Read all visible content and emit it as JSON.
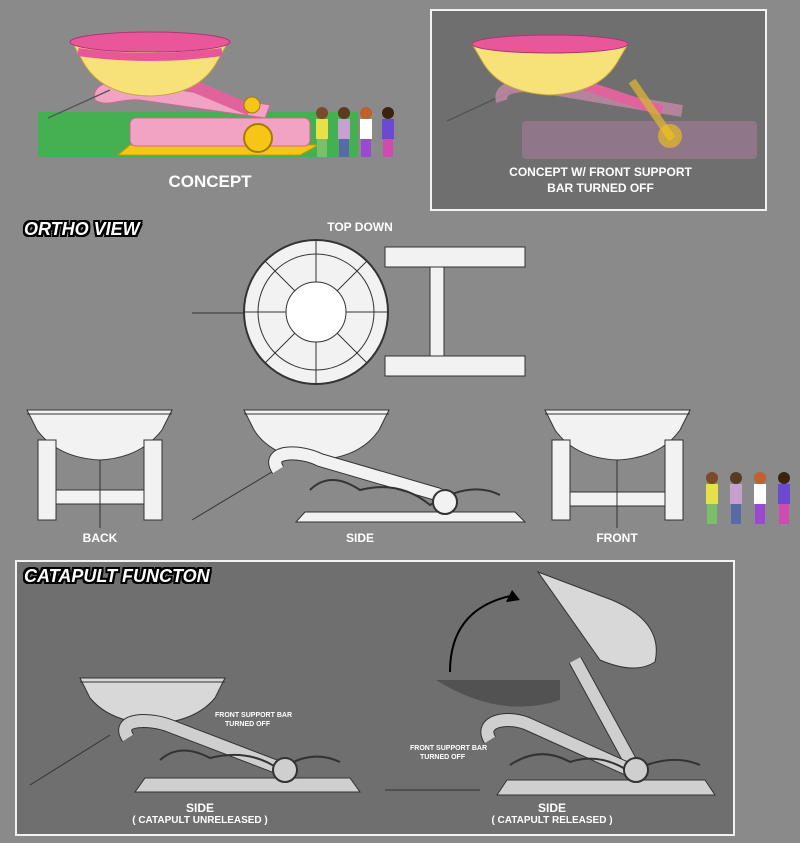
{
  "concept": {
    "label": "CONCEPT",
    "alt_label_line1": "CONCEPT W/ FRONT SUPPORT",
    "alt_label_line2": "BAR TURNED OFF"
  },
  "ortho": {
    "heading": "ORTHO VIEW",
    "top_down_label": "TOP DOWN",
    "back_label": "BACK",
    "side_label": "SIDE",
    "front_label": "FRONT"
  },
  "catapult": {
    "heading": "CATAPULT FUNCTON",
    "unreleased_title": "SIDE",
    "unreleased_sub": "( CATAPULT UNRELEASED )",
    "released_title": "SIDE",
    "released_sub": "( CATAPULT RELEASED )",
    "note_left_line1": "FRONT SUPPORT BAR",
    "note_left_line2": "TURNED OFF",
    "note_right_line1": "FRONT SUPPORT BAR",
    "note_right_line2": "TURNED OFF"
  },
  "colors": {
    "background": "#8a8a8a",
    "panel": "#6f6f6f",
    "bowl_pink": "#e8579a",
    "bowl_yellow": "#f7e27a",
    "scroll_pink": "#f2a3c4",
    "base_yellow": "#f5c518",
    "grass": "#3cb44b"
  }
}
